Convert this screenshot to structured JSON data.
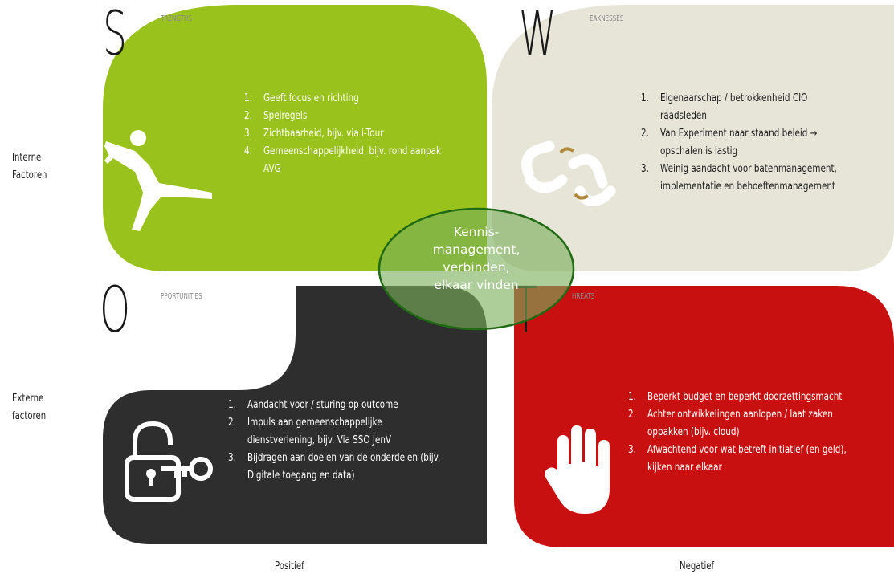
{
  "strengths": {
    "letter": "S",
    "caption": "TRENGTHS",
    "color": "#99c21c",
    "items": [
      {
        "num": "1.",
        "text": "Geeft focus en richting"
      },
      {
        "num": "2.",
        "text": "Spelregels"
      },
      {
        "num": "3.",
        "text": "Zichtbaarheid, bijv. via i-Tour"
      },
      {
        "num": "4.",
        "text": "Gemeenschappelijkheid, bijv. rond aanpak AVG"
      }
    ],
    "icon": "stretching-person-icon"
  },
  "weaknesses": {
    "letter": "W",
    "caption": "EAKNESSES",
    "color": "#e6e5d8",
    "items": [
      {
        "num": "1.",
        "text": "Eigenaarschap / betrokkenheid CIO raadsleden"
      },
      {
        "num": "2.",
        "text": "Van Experiment naar staand beleid → opschalen is lastig"
      },
      {
        "num": "3.",
        "text": "Weinig aandacht voor batenmanagement, implementatie en behoeftenmanagement"
      }
    ],
    "icon": "broken-chain-icon"
  },
  "opportunities": {
    "letter": "O",
    "caption": "PPORTUNITIES",
    "color": "#2e2e2e",
    "items": [
      {
        "num": "1.",
        "text": "Aandacht voor / sturing op outcome"
      },
      {
        "num": "2.",
        "text": "Impuls aan gemeenschappelijke dienstverlening, bijv. Via SSO JenV"
      },
      {
        "num": "3.",
        "text": "Bijdragen aan doelen van de onderdelen (bijv. Digitale toegang en data)"
      }
    ],
    "icon": "open-padlock-key-icon"
  },
  "threats": {
    "letter": "T",
    "caption": "HREATS",
    "color": "#c81010",
    "items": [
      {
        "num": "1.",
        "text": "Beperkt budget en beperkt doorzettingsmacht"
      },
      {
        "num": "2.",
        "text": "Achter ontwikkelingen aanlopen / laat zaken oppakken (bijv. cloud)"
      },
      {
        "num": "3.",
        "text": "Afwachtend voor wat betreft initiatief (en geld), kijken naar elkaar"
      }
    ],
    "icon": "stop-hand-icon"
  },
  "center": {
    "lines": [
      "Kennis-",
      "management,",
      "verbinden,",
      "elkaar vinden"
    ],
    "color": "#7aaf5a"
  },
  "labels": {
    "interne": [
      "Interne",
      "Factoren"
    ],
    "externe": [
      "Externe",
      "factoren"
    ],
    "positief": "Positief",
    "negatief": "Negatief"
  }
}
